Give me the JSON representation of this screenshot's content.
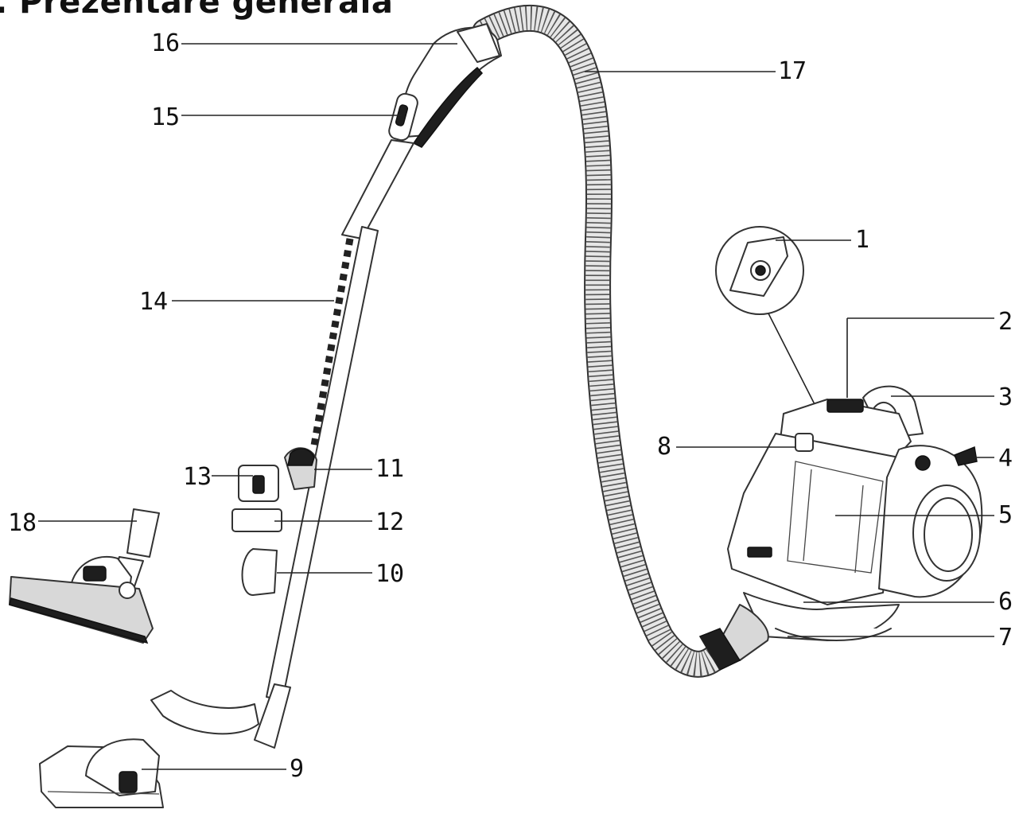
{
  "title": ". Prezentare generală",
  "callouts": [
    {
      "id": "16",
      "text": "16"
    },
    {
      "id": "15",
      "text": "15"
    },
    {
      "id": "14",
      "text": "14"
    },
    {
      "id": "13",
      "text": "13"
    },
    {
      "id": "18",
      "text": "18"
    },
    {
      "id": "17",
      "text": "17"
    },
    {
      "id": "1",
      "text": "1"
    },
    {
      "id": "2",
      "text": "2"
    },
    {
      "id": "3",
      "text": "3"
    },
    {
      "id": "8",
      "text": "8"
    },
    {
      "id": "4",
      "text": "4"
    },
    {
      "id": "5",
      "text": "5"
    },
    {
      "id": "11",
      "text": "11"
    },
    {
      "id": "12",
      "text": "12"
    },
    {
      "id": "10",
      "text": "10"
    },
    {
      "id": "6",
      "text": "6"
    },
    {
      "id": "7",
      "text": "7"
    },
    {
      "id": "9",
      "text": "9"
    }
  ]
}
